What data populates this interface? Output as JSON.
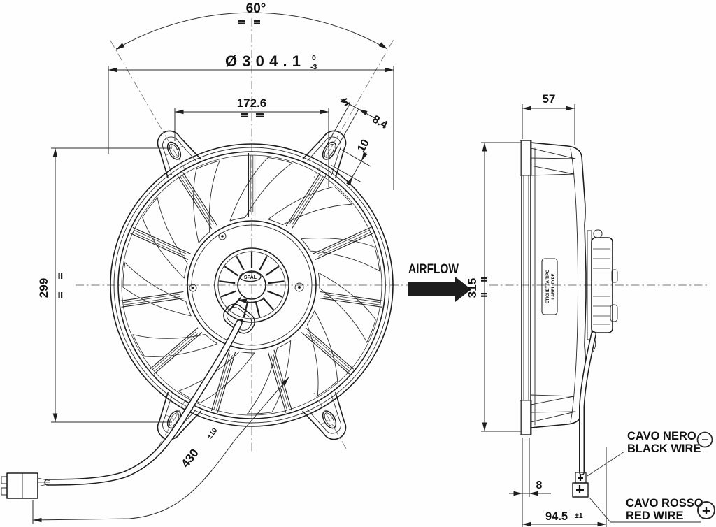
{
  "front_view": {
    "angle_dim": "60°",
    "diameter_dim": "Ø304.1",
    "diameter_tol_upper": "0",
    "diameter_tol_lower": "-3",
    "hole_spacing_dim": "172.6",
    "slot_width_dim": "8.4",
    "slot_length_dim": "10",
    "vertical_spacing_dim": "299",
    "wire_length_dim": "430",
    "wire_length_tol": "±10",
    "hub_logo": "SPAL"
  },
  "airflow": {
    "label": "AIRFLOW"
  },
  "side_view": {
    "depth_dim": "57",
    "height_dim": "315",
    "flange_thickness_dim": "8",
    "wire_offset_dim": "94.5",
    "wire_offset_tol": "±1",
    "type_label_line1": "ETICHETTA TIPO",
    "type_label_line2": "LABEL TYPE"
  },
  "wiring": {
    "black_label_it": "CAVO NERO",
    "black_label_en": "BLACK WIRE",
    "black_polarity": "−",
    "red_label_it": "CAVO ROSSO",
    "red_label_en": "RED WIRE",
    "red_polarity": "+"
  },
  "colors": {
    "line": "#1d1d1d",
    "centerline": "#777777",
    "background": "#fefefe"
  }
}
